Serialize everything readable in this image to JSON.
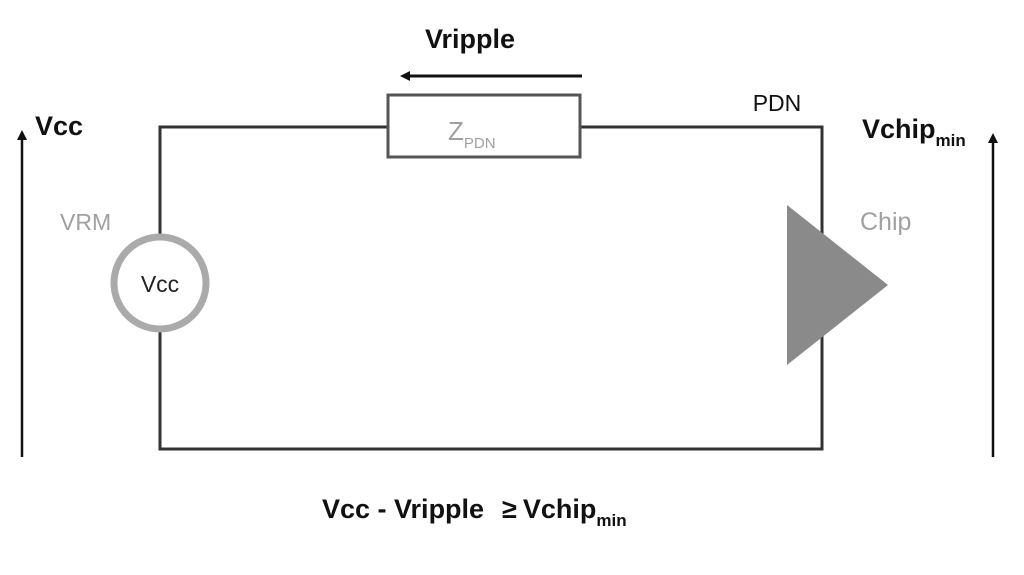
{
  "labels": {
    "vripple": "Vripple",
    "z_main": "Z",
    "z_sub": "PDN",
    "pdn": "PDN",
    "vcc_left": "Vcc",
    "vchip_main": "Vchip",
    "vchip_sub": "min",
    "vrm": "VRM",
    "source_label": "Vcc",
    "chip": "Chip"
  },
  "equation": {
    "lhs": "Vcc - Vripple",
    "op": "≥",
    "rhs_main": "Vchip",
    "rhs_sub": "min"
  },
  "colors": {
    "wire": "#333333",
    "component_gray": "#a8a8a8",
    "chip_fill": "#8a8a8a"
  }
}
